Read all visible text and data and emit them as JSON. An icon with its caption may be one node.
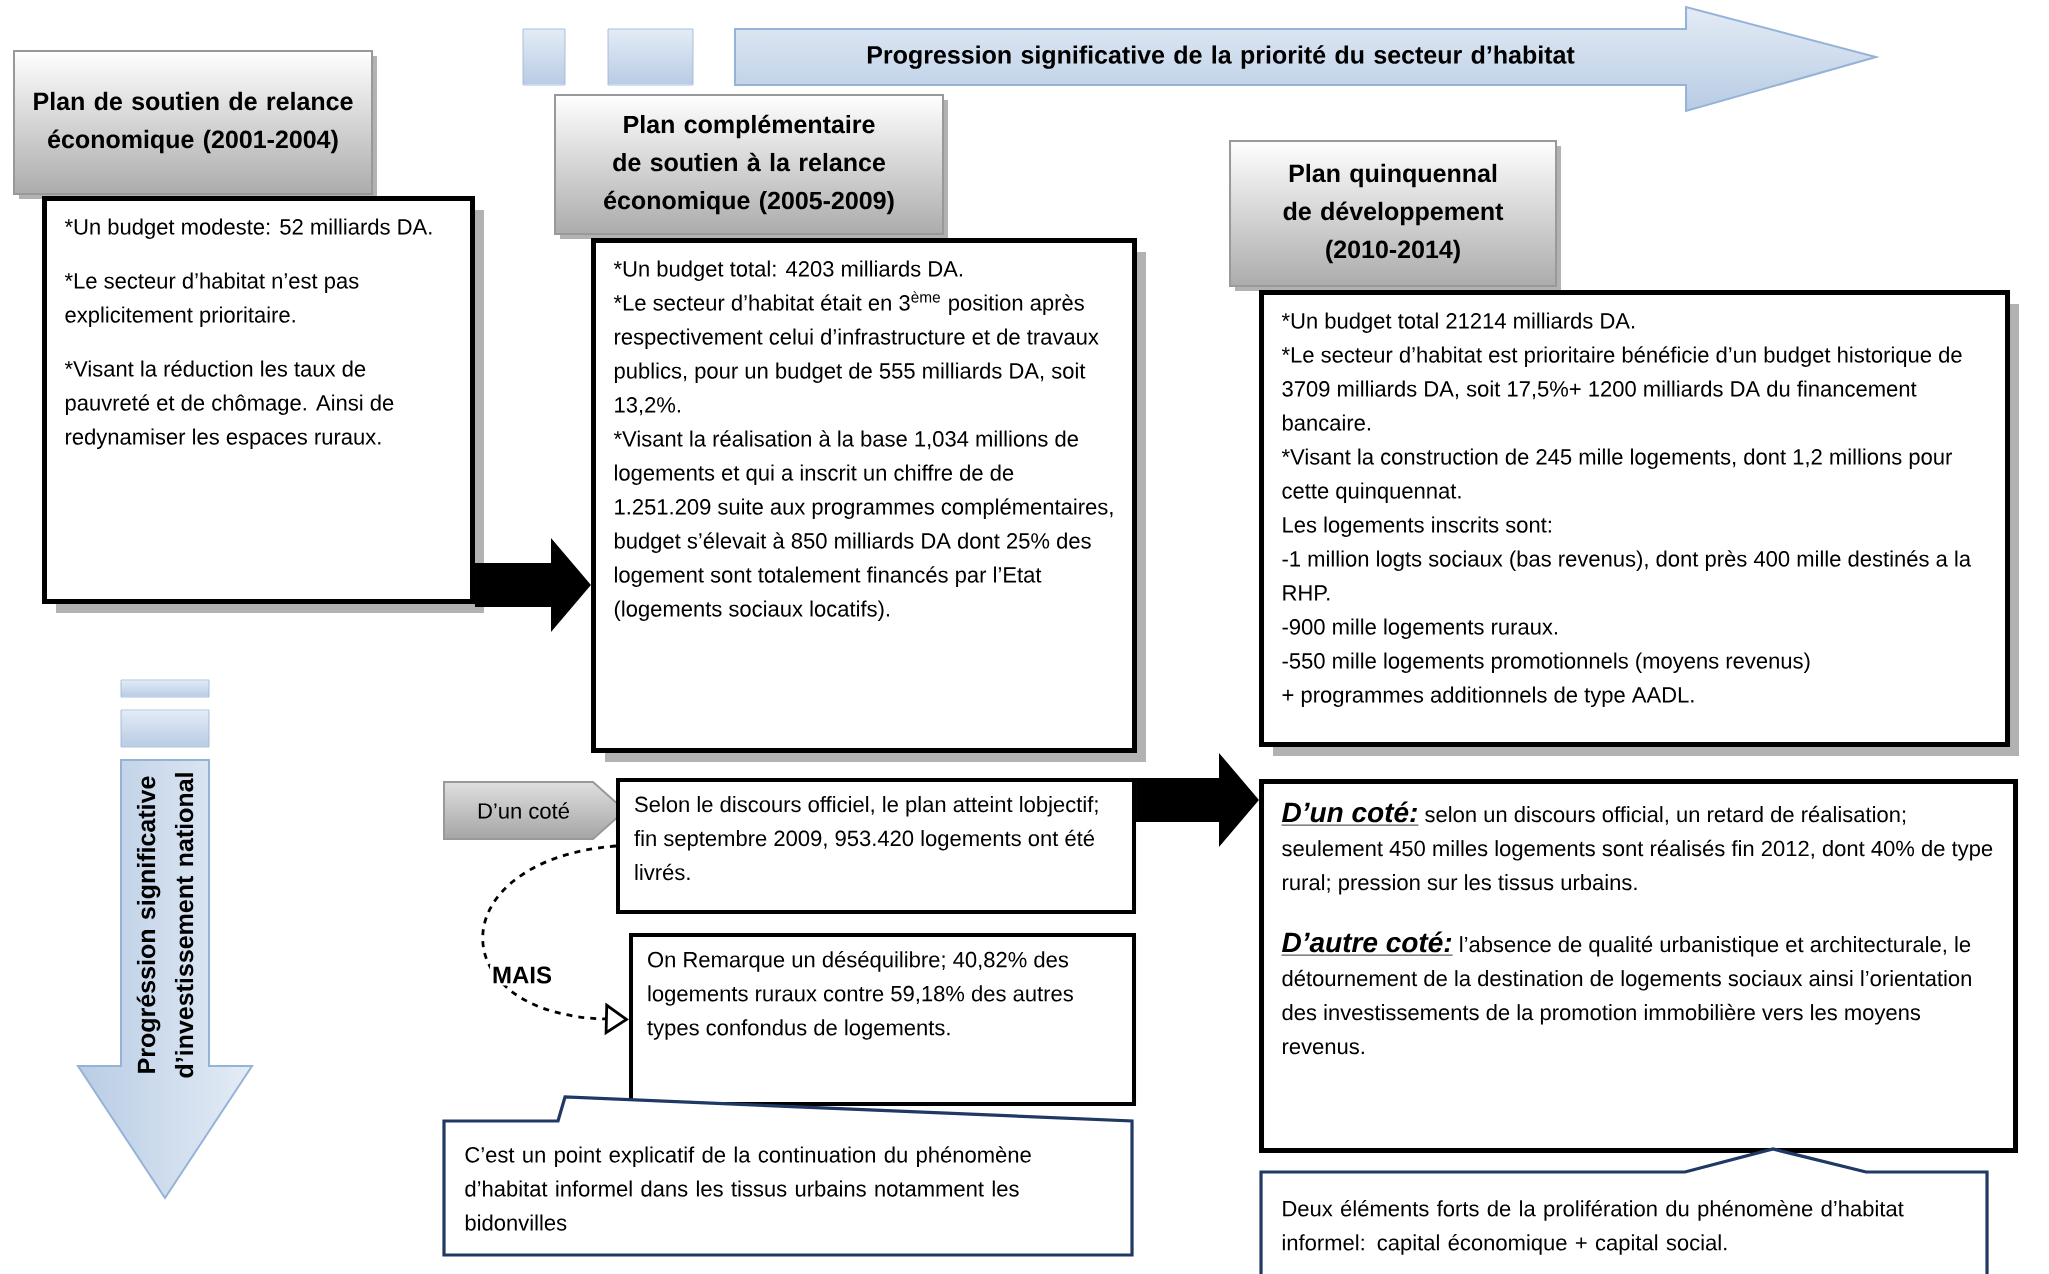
{
  "diagram": {
    "nodes": [
      {
        "text": [
          "Plan de soutien de relance économique (2001-2004)"
        ]
      },
      {
        "text": [
          "*Un budget modeste: 52 milliards DA.",
          "*Le secteur d’habitat n’est pas explicitement prioritaire.",
          "*Visant la réduction les taux de pauvreté et de chômage. Ainsi de redynamiser les espaces ruraux."
        ]
      },
      {
        "text": [
          "Plan complémentaire de soutien à la relance économique (2005-2009)"
        ]
      },
      {
        "text": [
          "*Un budget total: 4203 milliards DA.",
          "*Le secteur d’habitat était en 3$^{ème}$ position après respectivement celui d’infrastructure et de travaux publics, pour un budget de 555 milliards DA, soit 13,2%.",
          "*Visant la réalisation à la base 1,034 millions de logements et qui a inscrit un chiffre de de 1.251.209 suite aux programmes complémentaires, budget s’élevait à 850 milliards DA dont 25% des logement sont totalement financés par l’Etat (logements sociaux locatifs)."
        ]
      },
      {
        "text": [
          "Plan quinquennal de développement (2010-2014)"
        ]
      },
      {
        "text": [
          "*Un budget total 21214 milliards DA.",
          "*Le secteur d’habitat est prioritaire bénéficie d’un budget historique de 3709 milliards DA, soit 17,5%+ 1200 milliards DA du financement bancaire.",
          "*Visant la construction de 245 mille logements, dont 1,2 millions pour cette quinquennat.",
          "Les logements inscrits sont:",
          "-1 million logts sociaux (bas revenus), dont près 400 mille destinés a la RHP.",
          "-900 mille logements ruraux.",
          "-550 mille logements promotionnels (moyens revenus)",
          "+ programmes additionnels de type AADL."
        ]
      },
      {
        "text": [
          "Progression significative de la priorité du secteur d’habitat"
        ]
      },
      {
        "text": [
          "Progréssion significative d’investissement national"
        ]
      },
      {
        "text": [
          "D’un coté"
        ]
      },
      {
        "text": [
          "Selon le discours officiel, le plan atteint lobjectif; fin septembre 2009, 953.420 logements ont été livrés."
        ]
      },
      {
        "text": [
          "On Remarque un déséquilibre; 40,82% des logements ruraux contre 59,18% des autres types confondus de logements."
        ]
      },
      {
        "text": [
          "C’est un point explicatif de la continuation du phénomène d’habitat informel dans les tissus urbains notamment les bidonvilles"
        ]
      },
      {
        "text": [
          "D’un coté:",
          "selon un discours official, un retard de réalisation; seulement 450 milles logements sont réalisés fin 2012, dont 40% de type rural; pression sur les tissus urbains.",
          "D’autre coté:",
          "l’absence de qualité urbanistique et architecturale, le détournement de la destination de logements sociaux ainsi l’orientation des investissements de la promotion immobilière vers les moyens revenus."
        ]
      },
      {
        "text": [
          "Deux éléments forts de la prolifération du phénomène d’habitat informel: capital économique + capital social."
        ]
      }
    ],
    "edges": [
      {
        "from": 1,
        "to": 3,
        "arrow": "to"
      },
      {
        "from": 9,
        "to": 12,
        "arrow": "to"
      },
      {
        "from": 9,
        "to": 10,
        "arrow": "to",
        "style": "dashed",
        "label": "MAIS"
      }
    ]
  }
}
